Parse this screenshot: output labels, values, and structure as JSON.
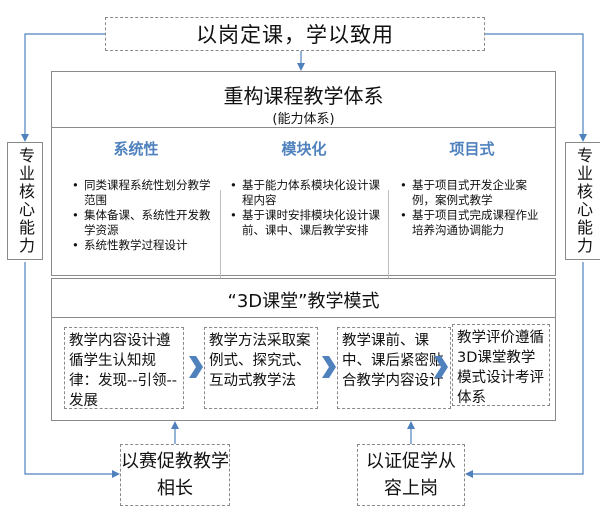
{
  "top_slogan": "以岗定课，学以致用",
  "left_side_label": "专业核心能力",
  "right_side_label": "专业核心能力",
  "system": {
    "title": "重构课程教学体系",
    "subtitle": "(能力体系)",
    "columns": [
      {
        "title": "系统性",
        "items": [
          "同类课程系统性划分教学范围",
          "集体备课、系统性开发教学资源",
          "系统性教学过程设计"
        ]
      },
      {
        "title": "模块化",
        "items": [
          "基于能力体系模块化设计课程内容",
          "基于课时安排模块化设计课前、课中、课后教学安排"
        ]
      },
      {
        "title": "项目式",
        "items": [
          "基于项目式开发企业案例，案例式教学",
          "基于项目式完成课程作业培养沟通协调能力"
        ]
      }
    ]
  },
  "mode": {
    "title": "“3D课堂”教学模式",
    "steps": [
      "教学内容设计遵循学生认知规律：发现--引领--发展",
      "教学方法采取案例式、探究式、互动式教学法",
      "教学课前、课中、课后紧密贴合教学内容设计",
      "教学评价遵循3D课堂教学模式设计考评体系"
    ]
  },
  "bottom_left": "以赛促教教学相长",
  "bottom_right": "以证促学从容上岗",
  "colors": {
    "accent": "#4f81bd",
    "border": "#8a8a8a",
    "chevron": "#4f81bd"
  }
}
